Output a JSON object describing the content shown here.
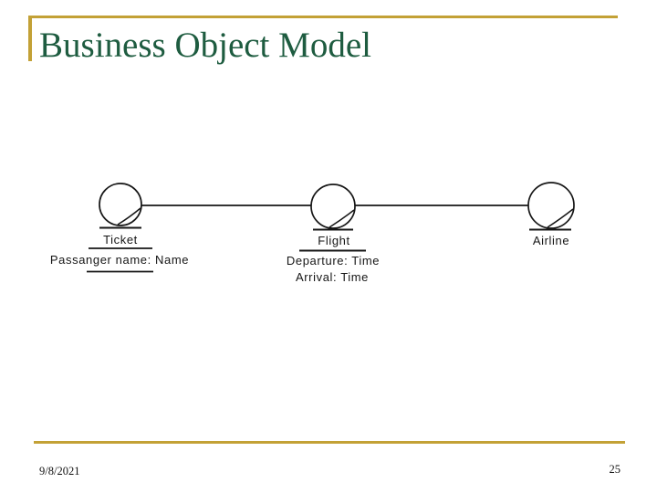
{
  "slide": {
    "title": "Business Object Model",
    "footer": {
      "date": "9/8/2021",
      "page_number": "25"
    }
  },
  "diagram": {
    "type": "business-object-model",
    "notation": "business-entity-circle-with-slash",
    "objects": [
      {
        "name": "Ticket",
        "attributes": [
          "Passanger name: Name"
        ]
      },
      {
        "name": "Flight",
        "attributes": [
          "Departure: Time",
          "Arrival: Time"
        ]
      },
      {
        "name": "Airline",
        "attributes": []
      }
    ],
    "connections": [
      {
        "from": "Ticket",
        "to": "Flight"
      },
      {
        "from": "Flight",
        "to": "Airline"
      }
    ]
  },
  "colors": {
    "title_green": "#1E5C40",
    "accent_gold": "#C3A136",
    "diagram_ink": "#161616",
    "background": "#FFFFFF"
  }
}
